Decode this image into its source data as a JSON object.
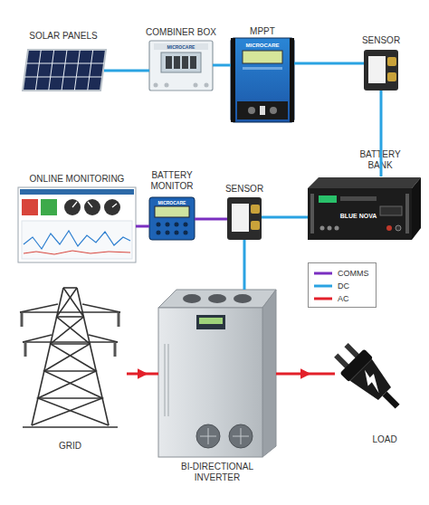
{
  "diagram": {
    "nodes": [
      {
        "text": [
          "SOLAR PANELS"
        ]
      },
      {
        "text": [
          "COMBINER BOX"
        ]
      },
      {
        "text": [
          "MPPT"
        ]
      },
      {
        "text": [
          "SENSOR"
        ]
      },
      {
        "text": [
          "ONLINE MONITORING"
        ]
      },
      {
        "text": [
          "BATTERY MONITOR"
        ]
      },
      {
        "text": [
          "SENSOR"
        ]
      },
      {
        "text": [
          "BATTERY BANK"
        ]
      },
      {
        "text": [
          "GRID"
        ]
      },
      {
        "text": [
          "BI-DIRECTIONAL INVERTER"
        ]
      },
      {
        "text": [
          "LOAD"
        ]
      }
    ],
    "edges": [
      {
        "from": 0,
        "to": 1,
        "arrow": "none"
      },
      {
        "from": 1,
        "to": 2,
        "arrow": "none"
      },
      {
        "from": 2,
        "to": 3,
        "arrow": "none"
      },
      {
        "from": 3,
        "to": 7,
        "arrow": "none"
      },
      {
        "from": 4,
        "to": 5,
        "arrow": "none"
      },
      {
        "from": 5,
        "to": 6,
        "arrow": "none"
      },
      {
        "from": 6,
        "to": 7,
        "arrow": "none"
      },
      {
        "from": 6,
        "to": 9,
        "arrow": "none"
      },
      {
        "from": 8,
        "to": 9,
        "arrow": "to"
      },
      {
        "from": 9,
        "to": 10,
        "arrow": "to"
      }
    ],
    "labels": [
      "MICROCARE",
      "MICROCARE",
      "MICROCARE",
      "BLUE NOVA"
    ],
    "legend": [
      {
        "text": "COMMS"
      },
      {
        "text": "DC"
      },
      {
        "text": "AC"
      }
    ]
  }
}
